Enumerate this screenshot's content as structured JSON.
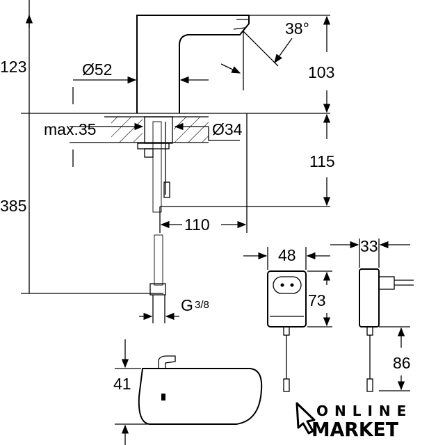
{
  "drawing": {
    "dimensions": {
      "height_above_deck": "123",
      "total_height": "385",
      "body_diameter": "Ø52",
      "spout_angle": "38°",
      "spout_height": "103",
      "max_deck_thickness": "max.35",
      "hole_diameter": "Ø34",
      "box_depth": "115",
      "spout_reach": "110",
      "connection": "G",
      "connection_fraction": "3/8",
      "adapter_width": "48",
      "adapter_height": "73",
      "adapter_depth": "33",
      "cable_length": "86",
      "sensor_height": "41"
    }
  },
  "logo": {
    "line1": "ONLINE",
    "line2": "MARKET"
  }
}
